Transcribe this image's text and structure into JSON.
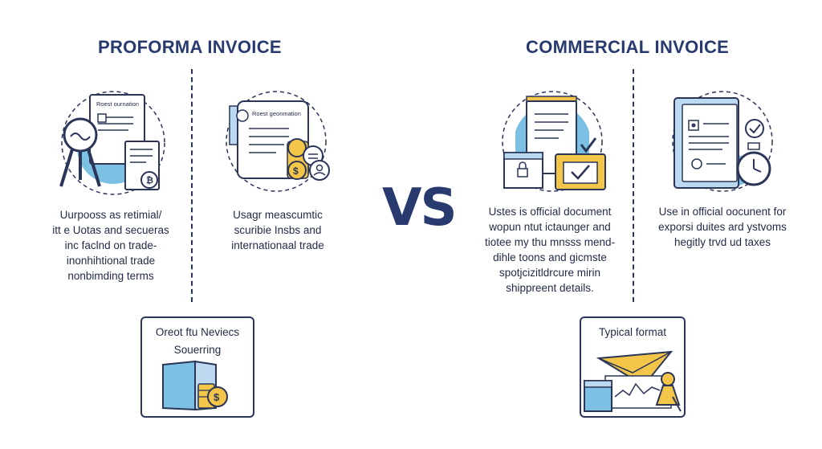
{
  "proforma": {
    "title": "PROFORMA INVOICE",
    "doc_label_1": "Roest ournation",
    "doc_label_2": "Roest geonmation",
    "desc_left": [
      "Uurpooss as retimial/",
      "itt e Uotas and secueras",
      "inc faclnd on trade-",
      "inonhihtional trade",
      "nonbimding terms"
    ],
    "desc_right": [
      "Usagr meascumtic",
      "scuribie Insbs and",
      "internationaal trade"
    ],
    "card_text": [
      "Oreot ftu Neviecs",
      "Souerring"
    ]
  },
  "vs_label": "VS",
  "commercial": {
    "title": "COMMERCIAL INVOICE",
    "desc_left": [
      "Ustes is official document",
      "wopun ntut ictaunger and",
      "tiotee my thu mnsss mend-",
      "dihle toons and gicmste",
      "spotjcizitldrcure mirin",
      "shippreent details."
    ],
    "desc_right": [
      "Use in official oocunent for",
      "exporsi duites ard ystvoms",
      "hegitly trvd ud taxes"
    ],
    "card_text": "Typical format"
  }
}
